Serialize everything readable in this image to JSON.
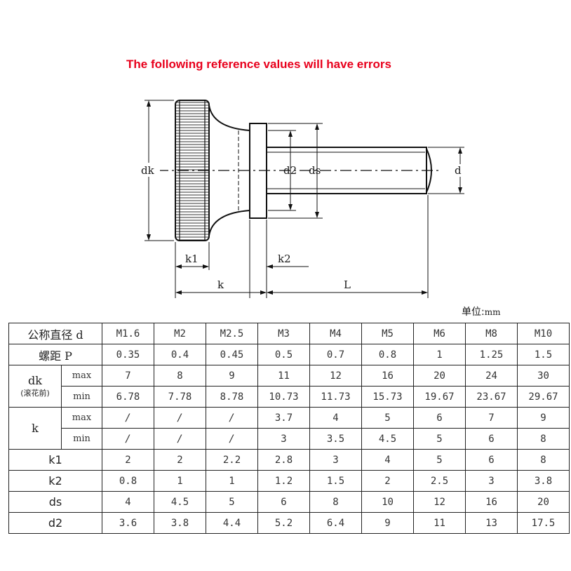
{
  "warning_text": "The following reference values will have errors",
  "diagram": {
    "labels": {
      "dk": "dk",
      "d2": "d2",
      "ds": "ds",
      "d": "d",
      "k1": "k1",
      "k2": "k2",
      "k": "k",
      "L": "L"
    }
  },
  "unit": {
    "label": "单位:",
    "value": "mm"
  },
  "table": {
    "header": {
      "label": "公称直径",
      "symbol": "d",
      "sizes": [
        "M1.6",
        "M2",
        "M2.5",
        "M3",
        "M4",
        "M5",
        "M6",
        "M8",
        "M10"
      ]
    },
    "pitch": {
      "label": "螺距",
      "symbol": "P",
      "values": [
        "0.35",
        "0.4",
        "0.45",
        "0.5",
        "0.7",
        "0.8",
        "1",
        "1.25",
        "1.5"
      ]
    },
    "dk": {
      "label": "dk",
      "note": "(滚花前)",
      "max_label": "max",
      "min_label": "min",
      "max": [
        "7",
        "8",
        "9",
        "11",
        "12",
        "16",
        "20",
        "24",
        "30"
      ],
      "min": [
        "6.78",
        "7.78",
        "8.78",
        "10.73",
        "11.73",
        "15.73",
        "19.67",
        "23.67",
        "29.67"
      ]
    },
    "k": {
      "label": "k",
      "max_label": "max",
      "min_label": "min",
      "max": [
        "/",
        "/",
        "/",
        "3.7",
        "4",
        "5",
        "6",
        "7",
        "9"
      ],
      "min": [
        "/",
        "/",
        "/",
        "3",
        "3.5",
        "4.5",
        "5",
        "6",
        "8"
      ]
    },
    "k1": {
      "label": "k1",
      "values": [
        "2",
        "2",
        "2.2",
        "2.8",
        "3",
        "4",
        "5",
        "6",
        "8"
      ]
    },
    "k2": {
      "label": "k2",
      "values": [
        "0.8",
        "1",
        "1",
        "1.2",
        "1.5",
        "2",
        "2.5",
        "3",
        "3.8"
      ]
    },
    "ds": {
      "label": "ds",
      "values": [
        "4",
        "4.5",
        "5",
        "6",
        "8",
        "10",
        "12",
        "16",
        "20"
      ]
    },
    "d2": {
      "label": "d2",
      "values": [
        "3.6",
        "3.8",
        "4.4",
        "5.2",
        "6.4",
        "9",
        "11",
        "13",
        "17.5"
      ]
    }
  }
}
